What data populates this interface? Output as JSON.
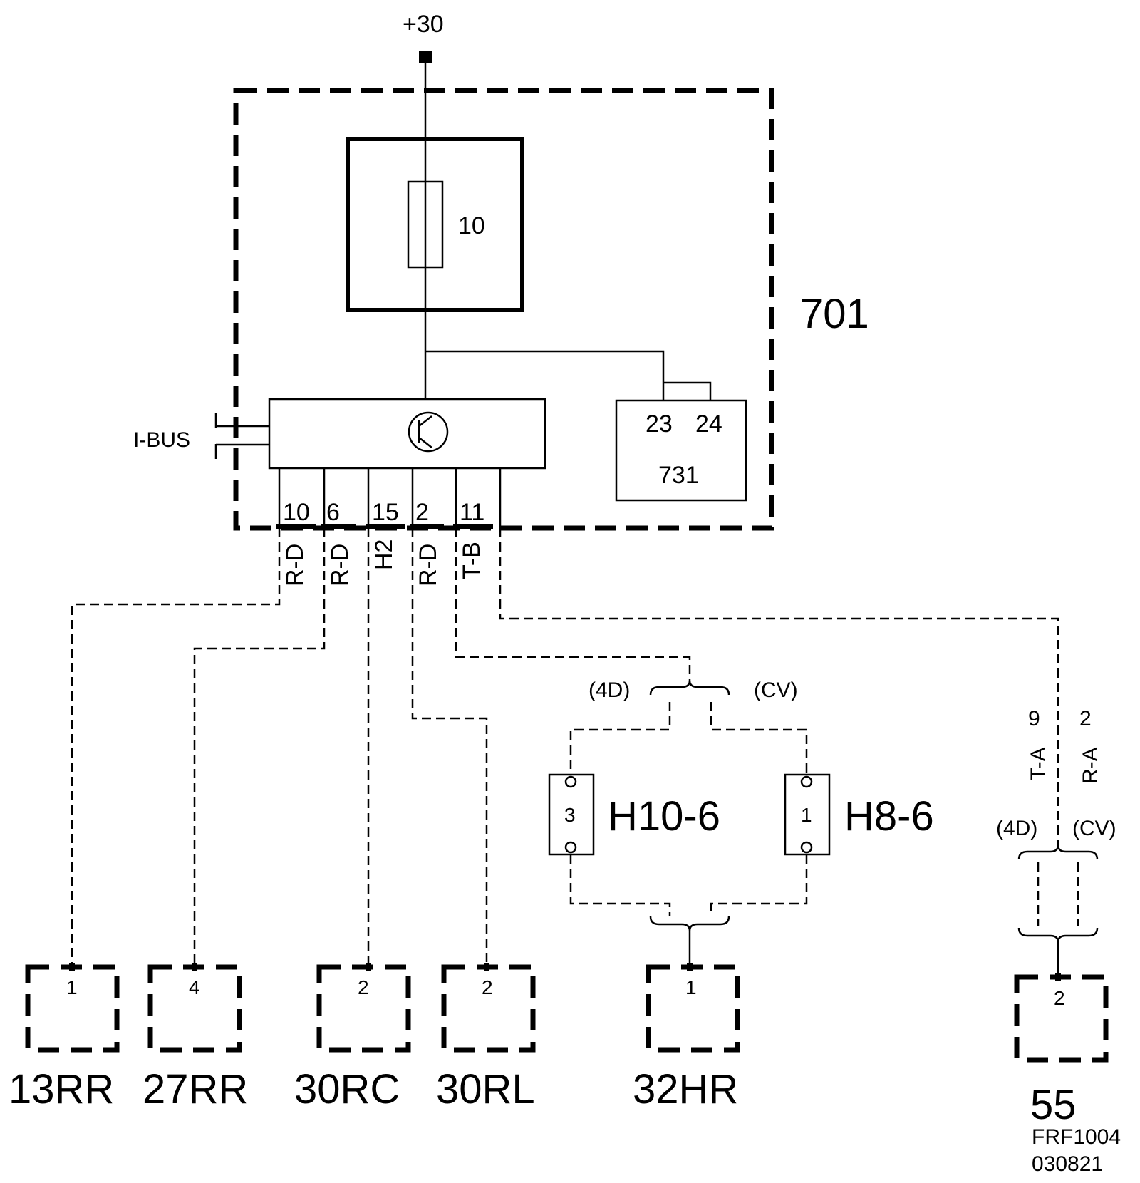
{
  "supply": {
    "label": "+30"
  },
  "module": {
    "id": "701",
    "fuse": {
      "label": "10"
    },
    "relay": {
      "pins": [
        "23",
        "24"
      ],
      "id": "731"
    },
    "bus": {
      "label": "I-BUS"
    },
    "pins": [
      {
        "number": "10",
        "wire": "R-D"
      },
      {
        "number": "6",
        "wire": "R-D"
      },
      {
        "number": "15",
        "wire": "H2"
      },
      {
        "number": "2",
        "wire": "R-D"
      },
      {
        "number": "11",
        "wire": "T-B"
      }
    ]
  },
  "variants": {
    "left": "(4D)",
    "right": "(CV)",
    "left2": "(4D)",
    "right2": "(CV)"
  },
  "wire_codes": {
    "left": {
      "pin": "9",
      "wire": "T-A"
    },
    "right": {
      "pin": "2",
      "wire": "R-A"
    }
  },
  "splices": [
    {
      "id": "H10-6",
      "pin": "3"
    },
    {
      "id": "H8-6",
      "pin": "1"
    }
  ],
  "connectors": [
    {
      "id": "13RR",
      "pin": "1"
    },
    {
      "id": "27RR",
      "pin": "4"
    },
    {
      "id": "30RC",
      "pin": "2"
    },
    {
      "id": "30RL",
      "pin": "2"
    },
    {
      "id": "32HR",
      "pin": "1"
    },
    {
      "id": "55",
      "pin": "2"
    }
  ],
  "reference": {
    "code": "FRF1004",
    "date": "030821"
  }
}
